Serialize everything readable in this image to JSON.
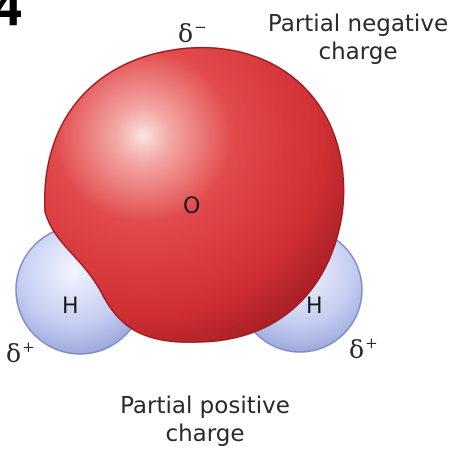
{
  "corner_text": "4",
  "atoms": {
    "oxygen": "O",
    "hydrogen_left": "H",
    "hydrogen_right": "H"
  },
  "charges": {
    "oxygen": {
      "symbol": "δ",
      "sign": "−"
    },
    "hydrogen_left": {
      "symbol": "δ",
      "sign": "+"
    },
    "hydrogen_right": {
      "symbol": "δ",
      "sign": "+"
    }
  },
  "captions": {
    "negative": {
      "line1": "Partial negative",
      "line2": "charge"
    },
    "positive": {
      "line1": "Partial positive",
      "line2": "charge"
    }
  },
  "colors": {
    "oxygen": "#d9383c",
    "hydrogen": "#bcc6ee",
    "text": "#2a2a2a"
  }
}
